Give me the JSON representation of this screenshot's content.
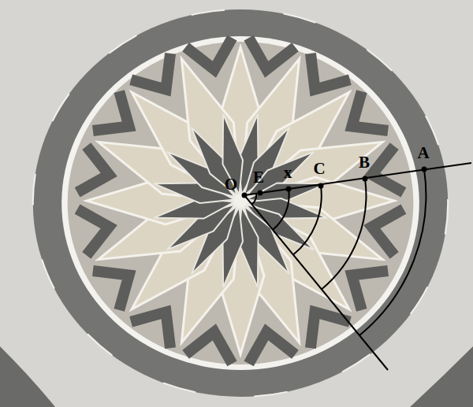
{
  "diagram": {
    "labels": [
      "O",
      "E",
      "x",
      "C",
      "B",
      "A"
    ]
  }
}
